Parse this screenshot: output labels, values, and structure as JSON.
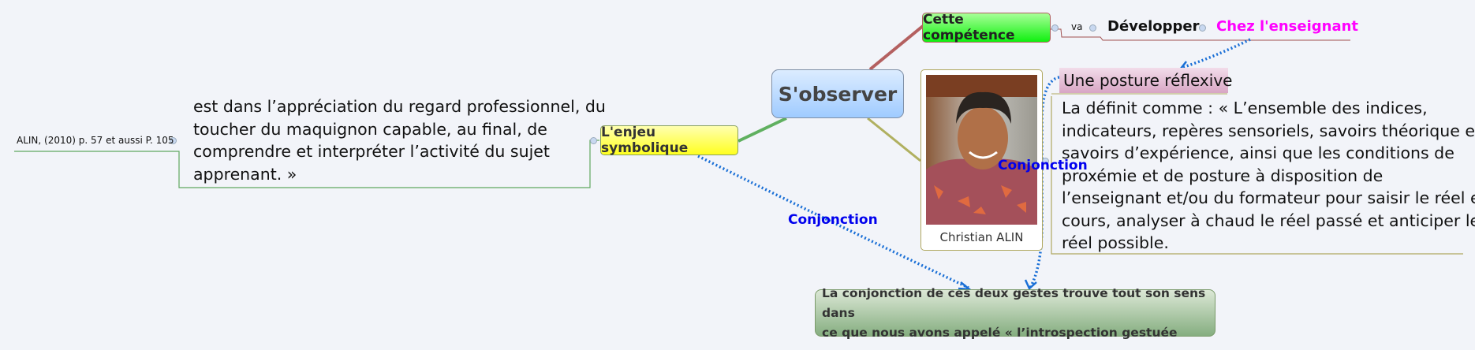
{
  "central": {
    "label": "S'observer"
  },
  "branch_top": {
    "node": "Cette compétence",
    "link_word": "va",
    "verb": "Développer",
    "target": "Chez l'enseignant"
  },
  "branch_right": {
    "photo_caption": "Christian ALIN",
    "posture": "Une posture réflexive",
    "definition_lines": [
      "La définit comme : « L’ensemble des indices,",
      "indicateurs, repères sensoriels, savoirs théorique et",
      "savoirs   d’expérience, ainsi que les conditions de",
      "proxémie et de posture à disposition de",
      "l’enseignant et/ou du formateur pour saisir le réel en",
      "cours, analyser à chaud le réel  passé et anticiper le",
      "réel possible."
    ],
    "relation_label": "Conjonction"
  },
  "branch_left": {
    "node": "L'enjeu symbolique",
    "text_lines": [
      "est dans l’appréciation du  regard professionnel, du",
      "toucher du maquignon capable, au final, de",
      "comprendre et interpréter l’activité du sujet",
      "apprenant. »"
    ],
    "citation": "ALIN, (2010) p. 57 et aussi P. 105",
    "relation_label": "Conjonction"
  },
  "bottom": {
    "lines": [
      "La conjonction de ces deux gestes trouve tout son sens dans",
      "ce que nous avons appelé « l’introspection gestuée"
    ]
  },
  "colors": {
    "relation": "#1a6fd6",
    "relation_label": "#0000ee",
    "target_text": "#ff00ff",
    "posture_bg": "#e0b0cc"
  }
}
